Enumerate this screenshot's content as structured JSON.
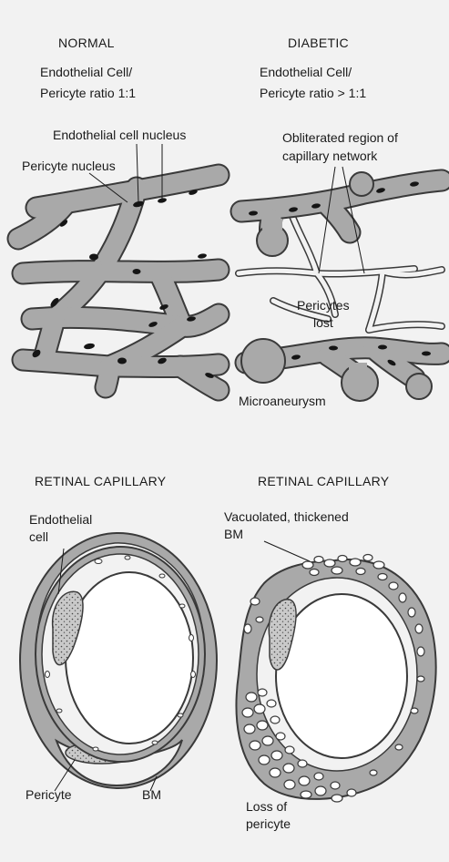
{
  "top": {
    "normal": {
      "heading": "NORMAL",
      "ratio_line1": "Endothelial Cell/",
      "ratio_line2": "Pericyte ratio 1:1",
      "endothelial_nucleus_label": "Endothelial cell nucleus",
      "pericyte_nucleus_label": "Pericyte nucleus"
    },
    "diabetic": {
      "heading": "DIABETIC",
      "ratio_line1": "Endothelial Cell/",
      "ratio_line2": "Pericyte ratio > 1:1",
      "obliterated_line1": "Obliterated region of",
      "obliterated_line2": "capillary network",
      "pericytes_lost_line1": "Pericytes",
      "pericytes_lost_line2": "lost",
      "microaneurysm_label": "Microaneurysm"
    }
  },
  "bottom": {
    "normal": {
      "heading": "RETINAL CAPILLARY",
      "endothelial_line1": "Endothelial",
      "endothelial_line2": "cell",
      "pericyte_label": "Pericyte",
      "bm_label": "BM"
    },
    "diabetic": {
      "heading": "RETINAL CAPILLARY",
      "vacuolated_line1": "Vacuolated, thickened",
      "vacuolated_line2": "BM",
      "loss_line1": "Loss of",
      "loss_line2": "pericyte"
    }
  },
  "colors": {
    "background": "#f2f2f2",
    "vessel_fill": "#a9a9a9",
    "vessel_stroke": "#3a3a3a",
    "nucleus": "#151515",
    "ink": "#1a1a1a"
  }
}
